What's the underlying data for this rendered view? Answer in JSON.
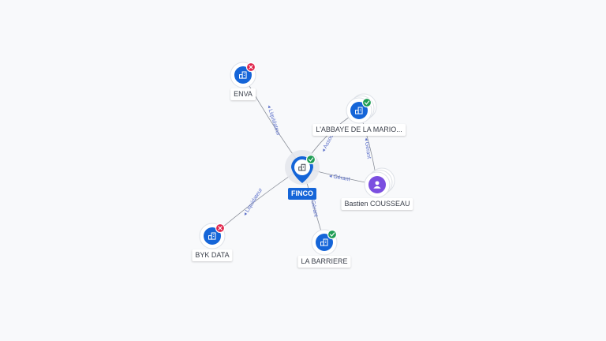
{
  "colors": {
    "company": "#1565d8",
    "person": "#7b4fe0",
    "active": "#1f9d55",
    "closed": "#e0244a",
    "edge": "#8a8f99",
    "edge_label": "#5b6fc9"
  },
  "icons": {
    "company": "building-icon",
    "person": "person-icon",
    "active": "check-icon",
    "closed": "close-icon"
  },
  "center": {
    "id": "finco",
    "label": "FINCO",
    "status": "active"
  },
  "nodes": [
    {
      "id": "enva",
      "label": "ENVA",
      "type": "company",
      "status": "closed"
    },
    {
      "id": "abbaye",
      "label": "L'ABBAYE DE LA MARIO...",
      "type": "company",
      "status": "active",
      "stacked": true
    },
    {
      "id": "bastien",
      "label": "Bastien COUSSEAU",
      "type": "person",
      "stacked": true
    },
    {
      "id": "bykdata",
      "label": "BYK DATA",
      "type": "company",
      "status": "closed"
    },
    {
      "id": "barriere",
      "label": "LA BARRIERE",
      "type": "company",
      "status": "active"
    }
  ],
  "edges": [
    {
      "from": "finco",
      "to": "enva",
      "label": "Liquidateur"
    },
    {
      "from": "finco",
      "to": "abbaye",
      "label": "Associé"
    },
    {
      "from": "bastien",
      "to": "finco",
      "label": "Gérant"
    },
    {
      "from": "bastien",
      "to": "abbaye",
      "label": "Gérant"
    },
    {
      "from": "finco",
      "to": "bykdata",
      "label": "Liquidateur"
    },
    {
      "from": "finco",
      "to": "barriere",
      "label": "Gérant"
    }
  ]
}
